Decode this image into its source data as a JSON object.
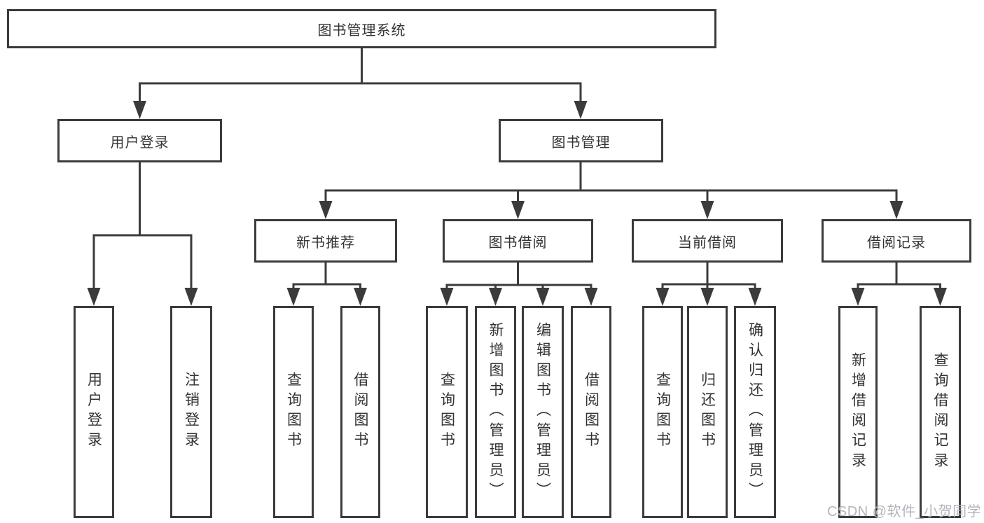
{
  "tree": {
    "root": {
      "label": "图书管理系统"
    },
    "level2": [
      {
        "label": "用户登录",
        "children": [
          {
            "label": "用户登录"
          },
          {
            "label": "注销登录"
          }
        ]
      },
      {
        "label": "图书管理",
        "children": [
          {
            "label": "新书推荐",
            "children": [
              {
                "label": "查询图书"
              },
              {
                "label": "借阅图书"
              }
            ]
          },
          {
            "label": "图书借阅",
            "children": [
              {
                "label": "查询图书"
              },
              {
                "label": "新增图书（管理员）"
              },
              {
                "label": "编辑图书（管理员）"
              },
              {
                "label": "借阅图书"
              }
            ]
          },
          {
            "label": "当前借阅",
            "children": [
              {
                "label": "查询图书"
              },
              {
                "label": "归还图书"
              },
              {
                "label": "确认归还（管理员）"
              }
            ]
          },
          {
            "label": "借阅记录",
            "children": [
              {
                "label": "新增借阅记录"
              },
              {
                "label": "查询借阅记录"
              }
            ]
          }
        ]
      }
    ]
  },
  "watermark": {
    "text": "CSDN @软件_小贺同学"
  },
  "colors": {
    "line": "#3b3b3b",
    "text": "#333333",
    "background": "#ffffff",
    "watermark": "#b3b6bc"
  }
}
